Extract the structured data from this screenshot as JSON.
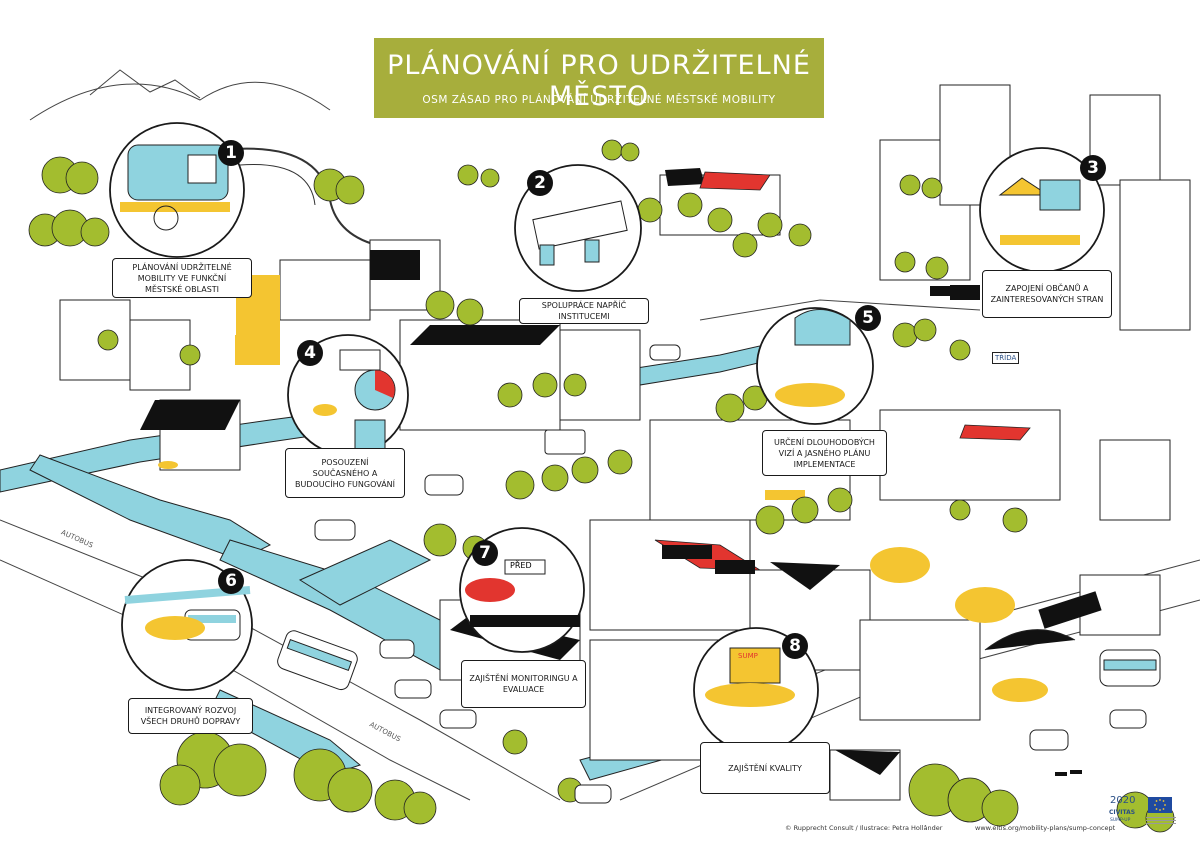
{
  "title": "PLÁNOVÁNÍ PRO UDRŽITELNÉ  MĚSTO",
  "subtitle": "OSM ZÁSAD PRO PLÁNOVÁNÍ UDRŽITELNÉ MĚSTSKÉ MOBILITY",
  "principles": [
    {
      "number": "1",
      "text": "PLÁNOVÁNÍ UDRŽITELNÉ MOBILITY VE FUNKČNÍ MĚSTSKÉ OBLASTI"
    },
    {
      "number": "2",
      "text": "SPOLUPRÁCE NAPŘÍČ INSTITUCEMI"
    },
    {
      "number": "3",
      "text": "ZAPOJENÍ OBČANŮ A ZAINTERESOVANÝCH STRAN"
    },
    {
      "number": "4",
      "text": "POSOUZENÍ SOUČASNÉHO A BUDOUCÍHO FUNGOVÁNÍ"
    },
    {
      "number": "5",
      "text": "URČENÍ DLOUHODOBÝCH VIZÍ A JASNÉHO PLÁNU IMPLEMENTACE"
    },
    {
      "number": "6",
      "text": "INTEGROVANÝ ROZVOJ VŠECH DRUHŮ DOPRAVY"
    },
    {
      "number": "7",
      "text": "ZAJIŠTĚNÍ MONITORINGU A EVALUACE"
    },
    {
      "number": "8",
      "text": "ZAJIŠTĚNÍ KVALITY"
    }
  ],
  "scene_text": {
    "sign_pred": "PŘED",
    "sign_sump": "SUMP",
    "sign_tramvaj": "TŘÍDA",
    "road_autobus_1": "AUTOBUS",
    "road_autobus_2": "AUTOBUS"
  },
  "footer": {
    "credit": "© Rupprecht Consult / Ilustrace: Petra Hollânder",
    "url": "www.eltis.org/mobility-plans/sump-concept"
  },
  "logos": {
    "civitas_year": "2020",
    "civitas_name": "CIVITAS",
    "civitas_sub": "SUMP-UP"
  },
  "colors": {
    "title_green": "#a7ae3c",
    "tree_green": "#a3bd2f",
    "water_blue": "#8fd3df",
    "accent_yellow": "#f4c531",
    "accent_red": "#e2352f",
    "ink": "#1a1a1a",
    "eu_blue": "#1f4aa0"
  }
}
